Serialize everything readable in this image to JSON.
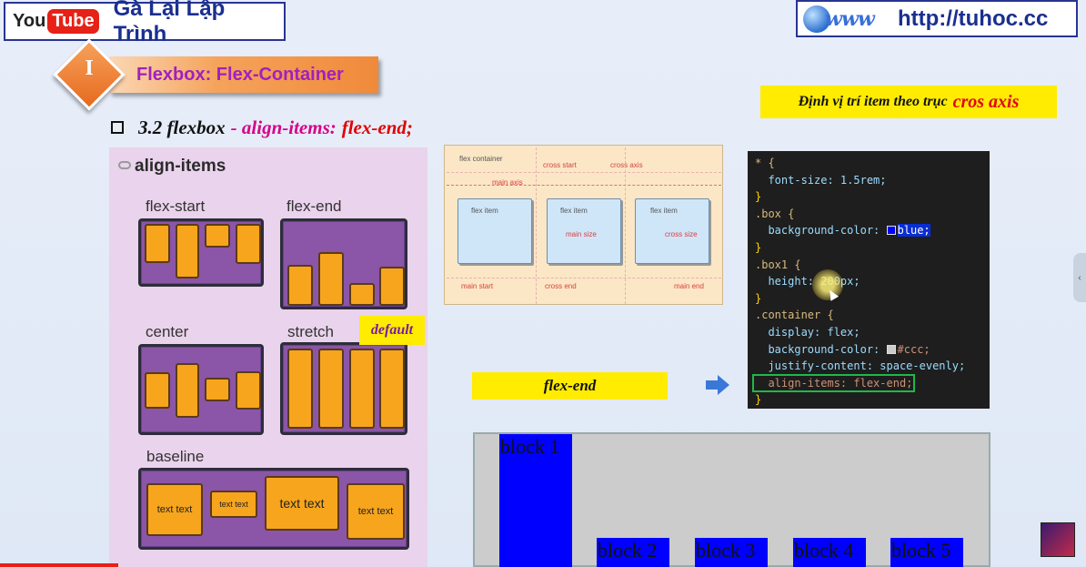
{
  "header": {
    "youtube_you": "You",
    "youtube_tube": "Tube",
    "channel": "Gà Lại Lập Trình",
    "www_text": "www",
    "site_url": "http://tuhoc.cc"
  },
  "section": {
    "number": "I",
    "title": "Flexbox: Flex-Container"
  },
  "hint": {
    "text": "Định vị trí item theo trục",
    "emphasis": "cros axis"
  },
  "subheading": {
    "part_a": "3.2 flexbox",
    "part_b": "- align-items:",
    "part_c": "flex-end;"
  },
  "align_items_panel": {
    "title": "align-items",
    "labels": {
      "flex_start": "flex-start",
      "flex_end": "flex-end",
      "center": "center",
      "stretch": "stretch",
      "baseline": "baseline"
    },
    "default_tag": "default",
    "baseline_items": [
      "text text",
      "text text",
      "text text",
      "text text"
    ]
  },
  "diagram": {
    "flex_container": "flex container",
    "cross_start": "cross start",
    "cross_axis": "cross axis",
    "main_axis": "main axis",
    "flex_item": "flex item",
    "main_size": "main size",
    "cross_size": "cross size",
    "main_start": "main start",
    "cross_end": "cross end",
    "main_end": "main end"
  },
  "code": {
    "lines": [
      "* {",
      "  font-size: 1.5rem;",
      "}",
      ".box {",
      "  background-color:",
      "}",
      ".box1 {",
      "  height: 200px;",
      "}",
      ".container {",
      "  display: flex;",
      "  background-color:",
      "  justify-content: space-evenly;",
      "  align-items: flex-end;",
      "}"
    ],
    "blue_value": "blue;",
    "ccc_value": "#ccc;"
  },
  "flex_end_tag": "flex-end",
  "demo": {
    "blocks": [
      "block 1",
      "block 2",
      "block 3",
      "block 4",
      "block 5"
    ]
  },
  "colors": {
    "block_blue": "#0000ff",
    "demo_bg": "#cccccc",
    "highlight_yellow": "#ffec00",
    "accent_orange": "#f08a3a"
  }
}
